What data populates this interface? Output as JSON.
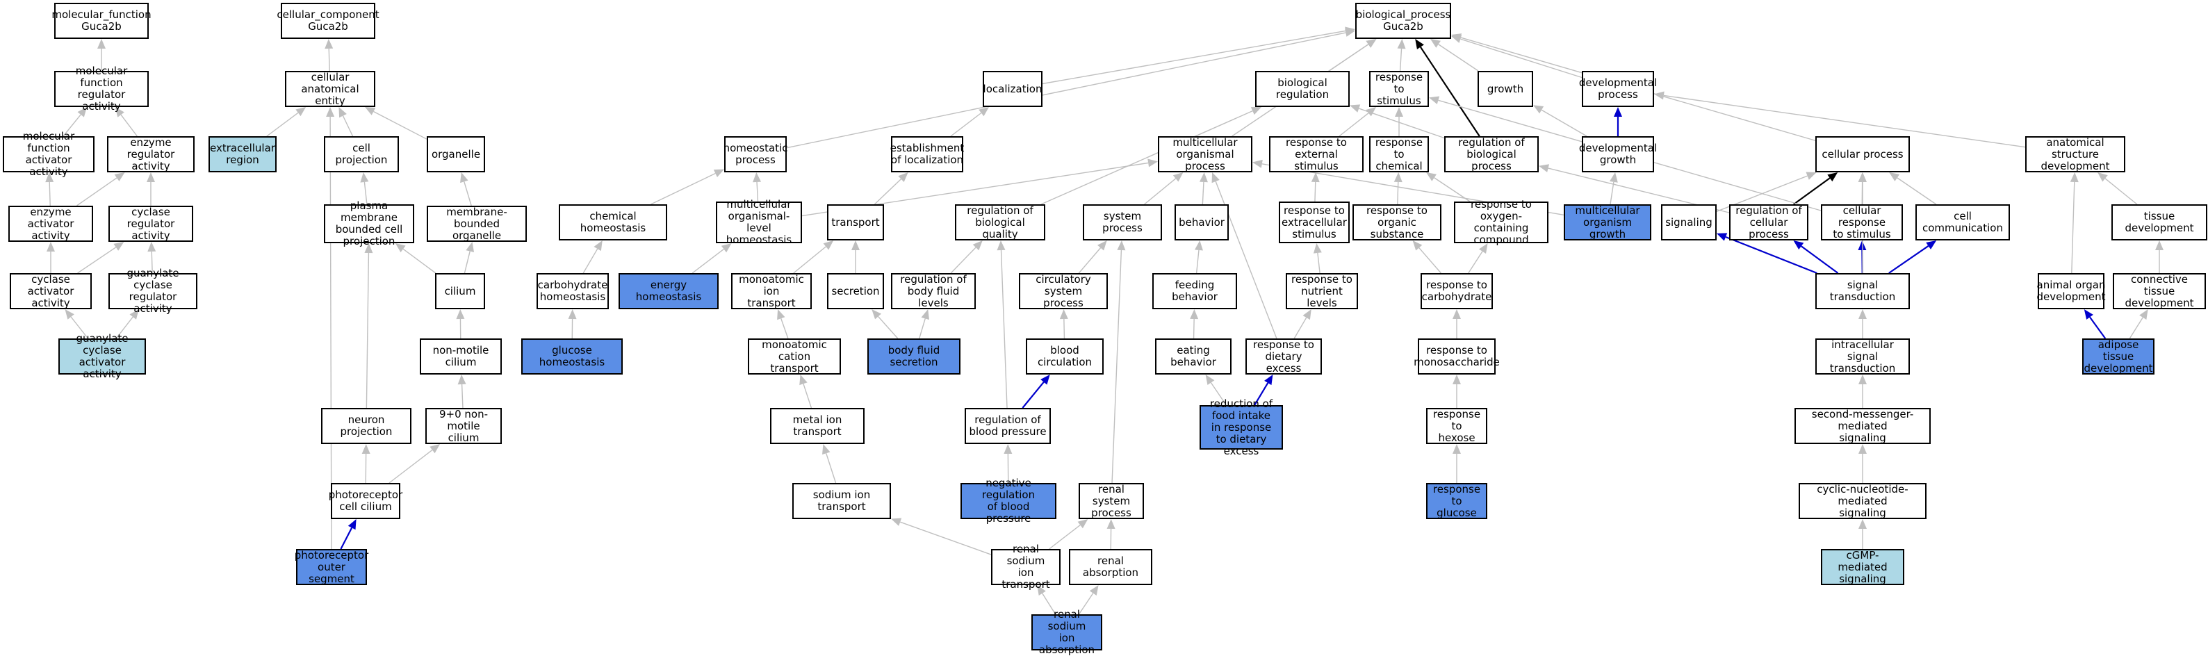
{
  "colors": {
    "default_fill": "#ffffff",
    "annotated_fill": "#5b8ee6",
    "term_fill": "#add8e6",
    "default_edge": "#bfbfbf",
    "blue_edge": "#0000cc",
    "black_edge": "#000000"
  },
  "nodes": [
    {
      "id": "n_mf_root",
      "label": "molecular_function\nGuca2b",
      "fill": "default"
    },
    {
      "id": "n_mf_reg",
      "label": "molecular function\nregulator activity",
      "fill": "default"
    },
    {
      "id": "n_mf_act",
      "label": "molecular function\nactivator activity",
      "fill": "default"
    },
    {
      "id": "n_enz_reg",
      "label": "enzyme regulator\nactivity",
      "fill": "default"
    },
    {
      "id": "n_enz_act",
      "label": "enzyme activator\nactivity",
      "fill": "default"
    },
    {
      "id": "n_cyc_reg",
      "label": "cyclase regulator\nactivity",
      "fill": "default"
    },
    {
      "id": "n_cyc_act",
      "label": "cyclase activator\nactivity",
      "fill": "default"
    },
    {
      "id": "n_gc_reg",
      "label": "guanylate cyclase\nregulator activity",
      "fill": "default"
    },
    {
      "id": "n_gc_act",
      "label": "guanylate cyclase\nactivator activity",
      "fill": "term"
    },
    {
      "id": "n_cc_root",
      "label": "cellular_component\nGuca2b",
      "fill": "default"
    },
    {
      "id": "n_cae",
      "label": "cellular anatomical\nentity",
      "fill": "default"
    },
    {
      "id": "n_extra",
      "label": "extracellular\nregion",
      "fill": "term"
    },
    {
      "id": "n_cproj",
      "label": "cell projection",
      "fill": "default"
    },
    {
      "id": "n_organelle",
      "label": "organelle",
      "fill": "default"
    },
    {
      "id": "n_pm_proj",
      "label": "plasma membrane\nbounded cell\nprojection",
      "fill": "default"
    },
    {
      "id": "n_mb_org",
      "label": "membrane-bounded\norganelle",
      "fill": "default"
    },
    {
      "id": "n_cilium",
      "label": "cilium",
      "fill": "default"
    },
    {
      "id": "n_nm_cilium",
      "label": "non-motile cilium",
      "fill": "default"
    },
    {
      "id": "n_90_cilium",
      "label": "9+0 non-motile\ncilium",
      "fill": "default"
    },
    {
      "id": "n_neuron_proj",
      "label": "neuron projection",
      "fill": "default"
    },
    {
      "id": "n_photo_cil",
      "label": "photoreceptor\ncell cilium",
      "fill": "default"
    },
    {
      "id": "n_photo_os",
      "label": "photoreceptor\nouter segment",
      "fill": "annotated"
    },
    {
      "id": "n_bp_root",
      "label": "biological_process\nGuca2b",
      "fill": "default"
    },
    {
      "id": "n_localization",
      "label": "localization",
      "fill": "default"
    },
    {
      "id": "n_bio_reg",
      "label": "biological regulation",
      "fill": "default"
    },
    {
      "id": "n_resp_stim",
      "label": "response to\nstimulus",
      "fill": "default"
    },
    {
      "id": "n_growth",
      "label": "growth",
      "fill": "default"
    },
    {
      "id": "n_dev_proc",
      "label": "developmental\nprocess",
      "fill": "default"
    },
    {
      "id": "n_homeo_proc",
      "label": "homeostatic\nprocess",
      "fill": "default"
    },
    {
      "id": "n_est_loc",
      "label": "establishment\nof localization",
      "fill": "default"
    },
    {
      "id": "n_multi_org",
      "label": "multicellular\norganismal process",
      "fill": "default"
    },
    {
      "id": "n_resp_ext",
      "label": "response to\nexternal stimulus",
      "fill": "default"
    },
    {
      "id": "n_resp_chem",
      "label": "response to\nchemical",
      "fill": "default"
    },
    {
      "id": "n_reg_bio",
      "label": "regulation of\nbiological process",
      "fill": "default"
    },
    {
      "id": "n_dev_growth",
      "label": "developmental\ngrowth",
      "fill": "default"
    },
    {
      "id": "n_cell_proc",
      "label": "cellular process",
      "fill": "default"
    },
    {
      "id": "n_anat_dev",
      "label": "anatomical structure\ndevelopment",
      "fill": "default"
    },
    {
      "id": "n_chem_homeo",
      "label": "chemical homeostasis",
      "fill": "default"
    },
    {
      "id": "n_multi_homeo",
      "label": "multicellular\norganismal-level\nhomeostasis",
      "fill": "default"
    },
    {
      "id": "n_transport",
      "label": "transport",
      "fill": "default"
    },
    {
      "id": "n_reg_bioqual",
      "label": "regulation of\nbiological quality",
      "fill": "default"
    },
    {
      "id": "n_sys_proc",
      "label": "system process",
      "fill": "default"
    },
    {
      "id": "n_behavior",
      "label": "behavior",
      "fill": "default"
    },
    {
      "id": "n_resp_extra",
      "label": "response to\nextracellular\nstimulus",
      "fill": "default"
    },
    {
      "id": "n_resp_org",
      "label": "response to\norganic substance",
      "fill": "default"
    },
    {
      "id": "n_resp_oxy",
      "label": "response to\noxygen-containing\ncompound",
      "fill": "default"
    },
    {
      "id": "n_multi_growth",
      "label": "multicellular\norganism growth",
      "fill": "annotated"
    },
    {
      "id": "n_signaling",
      "label": "signaling",
      "fill": "default"
    },
    {
      "id": "n_reg_cell",
      "label": "regulation of\ncellular process",
      "fill": "default"
    },
    {
      "id": "n_cell_resp",
      "label": "cellular response\nto stimulus",
      "fill": "default"
    },
    {
      "id": "n_cell_comm",
      "label": "cell communication",
      "fill": "default"
    },
    {
      "id": "n_tissue_dev",
      "label": "tissue development",
      "fill": "default"
    },
    {
      "id": "n_carb_homeo",
      "label": "carbohydrate\nhomeostasis",
      "fill": "default"
    },
    {
      "id": "n_energy_homeo",
      "label": "energy homeostasis",
      "fill": "annotated"
    },
    {
      "id": "n_mono_ion",
      "label": "monoatomic ion\ntransport",
      "fill": "default"
    },
    {
      "id": "n_secretion",
      "label": "secretion",
      "fill": "default"
    },
    {
      "id": "n_reg_fluid",
      "label": "regulation of\nbody fluid levels",
      "fill": "default"
    },
    {
      "id": "n_circ_sys",
      "label": "circulatory\nsystem process",
      "fill": "default"
    },
    {
      "id": "n_feeding",
      "label": "feeding behavior",
      "fill": "default"
    },
    {
      "id": "n_resp_nutr",
      "label": "response to\nnutrient levels",
      "fill": "default"
    },
    {
      "id": "n_resp_carb",
      "label": "response to\ncarbohydrate",
      "fill": "default"
    },
    {
      "id": "n_sig_trans",
      "label": "signal transduction",
      "fill": "default"
    },
    {
      "id": "n_animal_org",
      "label": "animal organ\ndevelopment",
      "fill": "default"
    },
    {
      "id": "n_conn_tissue",
      "label": "connective tissue\ndevelopment",
      "fill": "default"
    },
    {
      "id": "n_glucose_homeo",
      "label": "glucose homeostasis",
      "fill": "annotated"
    },
    {
      "id": "n_mono_cat",
      "label": "monoatomic cation\ntransport",
      "fill": "default"
    },
    {
      "id": "n_body_fluid",
      "label": "body fluid secretion",
      "fill": "annotated"
    },
    {
      "id": "n_blood_circ",
      "label": "blood circulation",
      "fill": "default"
    },
    {
      "id": "n_eating",
      "label": "eating behavior",
      "fill": "default"
    },
    {
      "id": "n_resp_diet",
      "label": "response to\ndietary excess",
      "fill": "default"
    },
    {
      "id": "n_resp_mono",
      "label": "response to\nmonosaccharide",
      "fill": "default"
    },
    {
      "id": "n_intra_sig",
      "label": "intracellular\nsignal transduction",
      "fill": "default"
    },
    {
      "id": "n_adipose",
      "label": "adipose tissue\ndevelopment",
      "fill": "annotated"
    },
    {
      "id": "n_metal_ion",
      "label": "metal ion transport",
      "fill": "default"
    },
    {
      "id": "n_reg_bp",
      "label": "regulation of\nblood pressure",
      "fill": "default"
    },
    {
      "id": "n_red_food",
      "label": "reduction of\nfood intake\nin response\nto dietary excess",
      "fill": "annotated"
    },
    {
      "id": "n_resp_hexose",
      "label": "response to\nhexose",
      "fill": "default"
    },
    {
      "id": "n_second_msg",
      "label": "second-messenger-mediated\nsignaling",
      "fill": "default"
    },
    {
      "id": "n_sodium",
      "label": "sodium ion transport",
      "fill": "default"
    },
    {
      "id": "n_neg_reg_bp",
      "label": "negative regulation\nof blood pressure",
      "fill": "annotated"
    },
    {
      "id": "n_renal_sys",
      "label": "renal system\nprocess",
      "fill": "default"
    },
    {
      "id": "n_resp_glucose",
      "label": "response to\nglucose",
      "fill": "annotated"
    },
    {
      "id": "n_cyclic",
      "label": "cyclic-nucleotide-mediated\nsignaling",
      "fill": "default"
    },
    {
      "id": "n_renal_na",
      "label": "renal sodium\nion transport",
      "fill": "default"
    },
    {
      "id": "n_renal_abs",
      "label": "renal absorption",
      "fill": "default"
    },
    {
      "id": "n_cgmp",
      "label": "cGMP-mediated\nsignaling",
      "fill": "term"
    },
    {
      "id": "n_renal_na_abs",
      "label": "renal sodium\nion absorption",
      "fill": "annotated"
    }
  ],
  "edges": [
    {
      "from": "n_mf_reg",
      "to": "n_mf_root",
      "color": "default"
    },
    {
      "from": "n_mf_act",
      "to": "n_mf_reg",
      "color": "default"
    },
    {
      "from": "n_enz_reg",
      "to": "n_mf_reg",
      "color": "default"
    },
    {
      "from": "n_enz_act",
      "to": "n_mf_act",
      "color": "default"
    },
    {
      "from": "n_enz_act",
      "to": "n_enz_reg",
      "color": "default"
    },
    {
      "from": "n_cyc_reg",
      "to": "n_enz_reg",
      "color": "default"
    },
    {
      "from": "n_cyc_act",
      "to": "n_enz_act",
      "color": "default"
    },
    {
      "from": "n_cyc_act",
      "to": "n_cyc_reg",
      "color": "default"
    },
    {
      "from": "n_gc_reg",
      "to": "n_cyc_reg",
      "color": "default"
    },
    {
      "from": "n_gc_act",
      "to": "n_cyc_act",
      "color": "default"
    },
    {
      "from": "n_gc_act",
      "to": "n_gc_reg",
      "color": "default"
    },
    {
      "from": "n_cae",
      "to": "n_cc_root",
      "color": "default"
    },
    {
      "from": "n_extra",
      "to": "n_cae",
      "color": "default"
    },
    {
      "from": "n_cproj",
      "to": "n_cae",
      "color": "default"
    },
    {
      "from": "n_organelle",
      "to": "n_cae",
      "color": "default"
    },
    {
      "from": "n_pm_proj",
      "to": "n_cproj",
      "color": "default"
    },
    {
      "from": "n_mb_org",
      "to": "n_organelle",
      "color": "default"
    },
    {
      "from": "n_cilium",
      "to": "n_pm_proj",
      "color": "default"
    },
    {
      "from": "n_cilium",
      "to": "n_mb_org",
      "color": "default"
    },
    {
      "from": "n_nm_cilium",
      "to": "n_cilium",
      "color": "default"
    },
    {
      "from": "n_90_cilium",
      "to": "n_nm_cilium",
      "color": "default"
    },
    {
      "from": "n_neuron_proj",
      "to": "n_pm_proj",
      "color": "default"
    },
    {
      "from": "n_photo_cil",
      "to": "n_neuron_proj",
      "color": "default"
    },
    {
      "from": "n_photo_cil",
      "to": "n_90_cilium",
      "color": "default"
    },
    {
      "from": "n_photo_os",
      "to": "n_photo_cil",
      "color": "blue"
    },
    {
      "from": "n_photo_os",
      "to": "n_cae",
      "color": "default"
    },
    {
      "from": "n_localization",
      "to": "n_bp_root",
      "color": "default"
    },
    {
      "from": "n_bio_reg",
      "to": "n_bp_root",
      "color": "default"
    },
    {
      "from": "n_resp_stim",
      "to": "n_bp_root",
      "color": "default"
    },
    {
      "from": "n_growth",
      "to": "n_bp_root",
      "color": "default"
    },
    {
      "from": "n_dev_proc",
      "to": "n_bp_root",
      "color": "default"
    },
    {
      "from": "n_homeo_proc",
      "to": "n_bp_root",
      "color": "default"
    },
    {
      "from": "n_est_loc",
      "to": "n_localization",
      "color": "default"
    },
    {
      "from": "n_multi_org",
      "to": "n_bp_root",
      "color": "default"
    },
    {
      "from": "n_resp_ext",
      "to": "n_resp_stim",
      "color": "default"
    },
    {
      "from": "n_resp_chem",
      "to": "n_resp_stim",
      "color": "default"
    },
    {
      "from": "n_reg_bio",
      "to": "n_bio_reg",
      "color": "default"
    },
    {
      "from": "n_reg_bio",
      "to": "n_bp_root",
      "color": "black"
    },
    {
      "from": "n_dev_growth",
      "to": "n_growth",
      "color": "default"
    },
    {
      "from": "n_dev_growth",
      "to": "n_dev_proc",
      "color": "blue"
    },
    {
      "from": "n_cell_proc",
      "to": "n_bp_root",
      "color": "default"
    },
    {
      "from": "n_anat_dev",
      "to": "n_dev_proc",
      "color": "default"
    },
    {
      "from": "n_chem_homeo",
      "to": "n_homeo_proc",
      "color": "default"
    },
    {
      "from": "n_multi_homeo",
      "to": "n_homeo_proc",
      "color": "default"
    },
    {
      "from": "n_multi_homeo",
      "to": "n_multi_org",
      "color": "default"
    },
    {
      "from": "n_transport",
      "to": "n_est_loc",
      "color": "default"
    },
    {
      "from": "n_reg_bioqual",
      "to": "n_bio_reg",
      "color": "default"
    },
    {
      "from": "n_sys_proc",
      "to": "n_multi_org",
      "color": "default"
    },
    {
      "from": "n_behavior",
      "to": "n_multi_org",
      "color": "default"
    },
    {
      "from": "n_resp_extra",
      "to": "n_resp_ext",
      "color": "default"
    },
    {
      "from": "n_resp_org",
      "to": "n_resp_chem",
      "color": "default"
    },
    {
      "from": "n_resp_oxy",
      "to": "n_resp_chem",
      "color": "default"
    },
    {
      "from": "n_multi_growth",
      "to": "n_multi_org",
      "color": "default"
    },
    {
      "from": "n_multi_growth",
      "to": "n_dev_growth",
      "color": "default"
    },
    {
      "from": "n_signaling",
      "to": "n_cell_proc",
      "color": "default"
    },
    {
      "from": "n_reg_cell",
      "to": "n_reg_bio",
      "color": "default"
    },
    {
      "from": "n_reg_cell",
      "to": "n_cell_proc",
      "color": "black"
    },
    {
      "from": "n_cell_resp",
      "to": "n_cell_proc",
      "color": "default"
    },
    {
      "from": "n_cell_resp",
      "to": "n_resp_stim",
      "color": "default"
    },
    {
      "from": "n_cell_comm",
      "to": "n_cell_proc",
      "color": "default"
    },
    {
      "from": "n_tissue_dev",
      "to": "n_anat_dev",
      "color": "default"
    },
    {
      "from": "n_carb_homeo",
      "to": "n_chem_homeo",
      "color": "default"
    },
    {
      "from": "n_energy_homeo",
      "to": "n_multi_homeo",
      "color": "default"
    },
    {
      "from": "n_mono_ion",
      "to": "n_transport",
      "color": "default"
    },
    {
      "from": "n_secretion",
      "to": "n_transport",
      "color": "default"
    },
    {
      "from": "n_reg_fluid",
      "to": "n_reg_bioqual",
      "color": "default"
    },
    {
      "from": "n_circ_sys",
      "to": "n_sys_proc",
      "color": "default"
    },
    {
      "from": "n_feeding",
      "to": "n_behavior",
      "color": "default"
    },
    {
      "from": "n_resp_nutr",
      "to": "n_resp_extra",
      "color": "default"
    },
    {
      "from": "n_resp_carb",
      "to": "n_resp_org",
      "color": "default"
    },
    {
      "from": "n_resp_carb",
      "to": "n_resp_oxy",
      "color": "default"
    },
    {
      "from": "n_sig_trans",
      "to": "n_signaling",
      "color": "blue"
    },
    {
      "from": "n_sig_trans",
      "to": "n_reg_cell",
      "color": "blue"
    },
    {
      "from": "n_sig_trans",
      "to": "n_cell_resp",
      "color": "blue"
    },
    {
      "from": "n_sig_trans",
      "to": "n_cell_comm",
      "color": "blue"
    },
    {
      "from": "n_sig_trans",
      "to": "n_cell_proc",
      "color": "default"
    },
    {
      "from": "n_animal_org",
      "to": "n_anat_dev",
      "color": "default"
    },
    {
      "from": "n_conn_tissue",
      "to": "n_tissue_dev",
      "color": "default"
    },
    {
      "from": "n_glucose_homeo",
      "to": "n_carb_homeo",
      "color": "default"
    },
    {
      "from": "n_mono_cat",
      "to": "n_mono_ion",
      "color": "default"
    },
    {
      "from": "n_body_fluid",
      "to": "n_secretion",
      "color": "default"
    },
    {
      "from": "n_body_fluid",
      "to": "n_reg_fluid",
      "color": "default"
    },
    {
      "from": "n_blood_circ",
      "to": "n_circ_sys",
      "color": "default"
    },
    {
      "from": "n_eating",
      "to": "n_feeding",
      "color": "default"
    },
    {
      "from": "n_resp_diet",
      "to": "n_resp_nutr",
      "color": "default"
    },
    {
      "from": "n_resp_diet",
      "to": "n_multi_org",
      "color": "default"
    },
    {
      "from": "n_resp_mono",
      "to": "n_resp_carb",
      "color": "default"
    },
    {
      "from": "n_intra_sig",
      "to": "n_sig_trans",
      "color": "default"
    },
    {
      "from": "n_adipose",
      "to": "n_animal_org",
      "color": "blue"
    },
    {
      "from": "n_adipose",
      "to": "n_conn_tissue",
      "color": "default"
    },
    {
      "from": "n_metal_ion",
      "to": "n_mono_cat",
      "color": "default"
    },
    {
      "from": "n_reg_bp",
      "to": "n_reg_bioqual",
      "color": "default"
    },
    {
      "from": "n_reg_bp",
      "to": "n_blood_circ",
      "color": "blue"
    },
    {
      "from": "n_red_food",
      "to": "n_eating",
      "color": "default"
    },
    {
      "from": "n_red_food",
      "to": "n_resp_diet",
      "color": "blue"
    },
    {
      "from": "n_resp_hexose",
      "to": "n_resp_mono",
      "color": "default"
    },
    {
      "from": "n_second_msg",
      "to": "n_intra_sig",
      "color": "default"
    },
    {
      "from": "n_sodium",
      "to": "n_metal_ion",
      "color": "default"
    },
    {
      "from": "n_neg_reg_bp",
      "to": "n_reg_bp",
      "color": "default"
    },
    {
      "from": "n_renal_sys",
      "to": "n_sys_proc",
      "color": "default"
    },
    {
      "from": "n_resp_glucose",
      "to": "n_resp_hexose",
      "color": "default"
    },
    {
      "from": "n_cyclic",
      "to": "n_second_msg",
      "color": "default"
    },
    {
      "from": "n_renal_na",
      "to": "n_sodium",
      "color": "default"
    },
    {
      "from": "n_renal_na",
      "to": "n_renal_sys",
      "color": "default"
    },
    {
      "from": "n_renal_abs",
      "to": "n_renal_sys",
      "color": "default"
    },
    {
      "from": "n_cgmp",
      "to": "n_cyclic",
      "color": "default"
    },
    {
      "from": "n_renal_na_abs",
      "to": "n_renal_na",
      "color": "default"
    },
    {
      "from": "n_renal_na_abs",
      "to": "n_renal_abs",
      "color": "default"
    }
  ]
}
